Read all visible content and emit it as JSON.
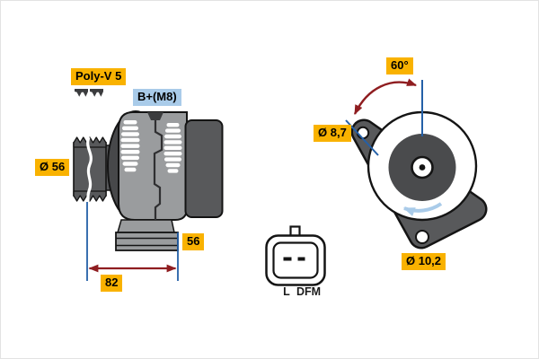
{
  "diagram_type": "alternator-dimensional-drawing",
  "labels": {
    "belt_type": "Poly-V 5",
    "terminal": "B+(M8)",
    "pulley_diameter": "Ø 56",
    "foot_width": "56",
    "mounting_length": "82",
    "mounting_angle": "60°",
    "mounting_hole_small": "Ø 8,7",
    "mounting_hole_large": "Ø 10,2"
  },
  "connector": {
    "pin_left": "L",
    "pin_right": "DFM"
  },
  "colors": {
    "label_yellow": "#F9B200",
    "label_blue": "#A9CBE9",
    "dimension_red": "#8F1D20",
    "dimension_blue": "#2460A8",
    "rotation_arrow_blue": "#A9CBE9",
    "body_gray": "#9A9C9E",
    "dark_gray": "#58595B",
    "outline": "#141414",
    "background": "#FFFFFF"
  }
}
